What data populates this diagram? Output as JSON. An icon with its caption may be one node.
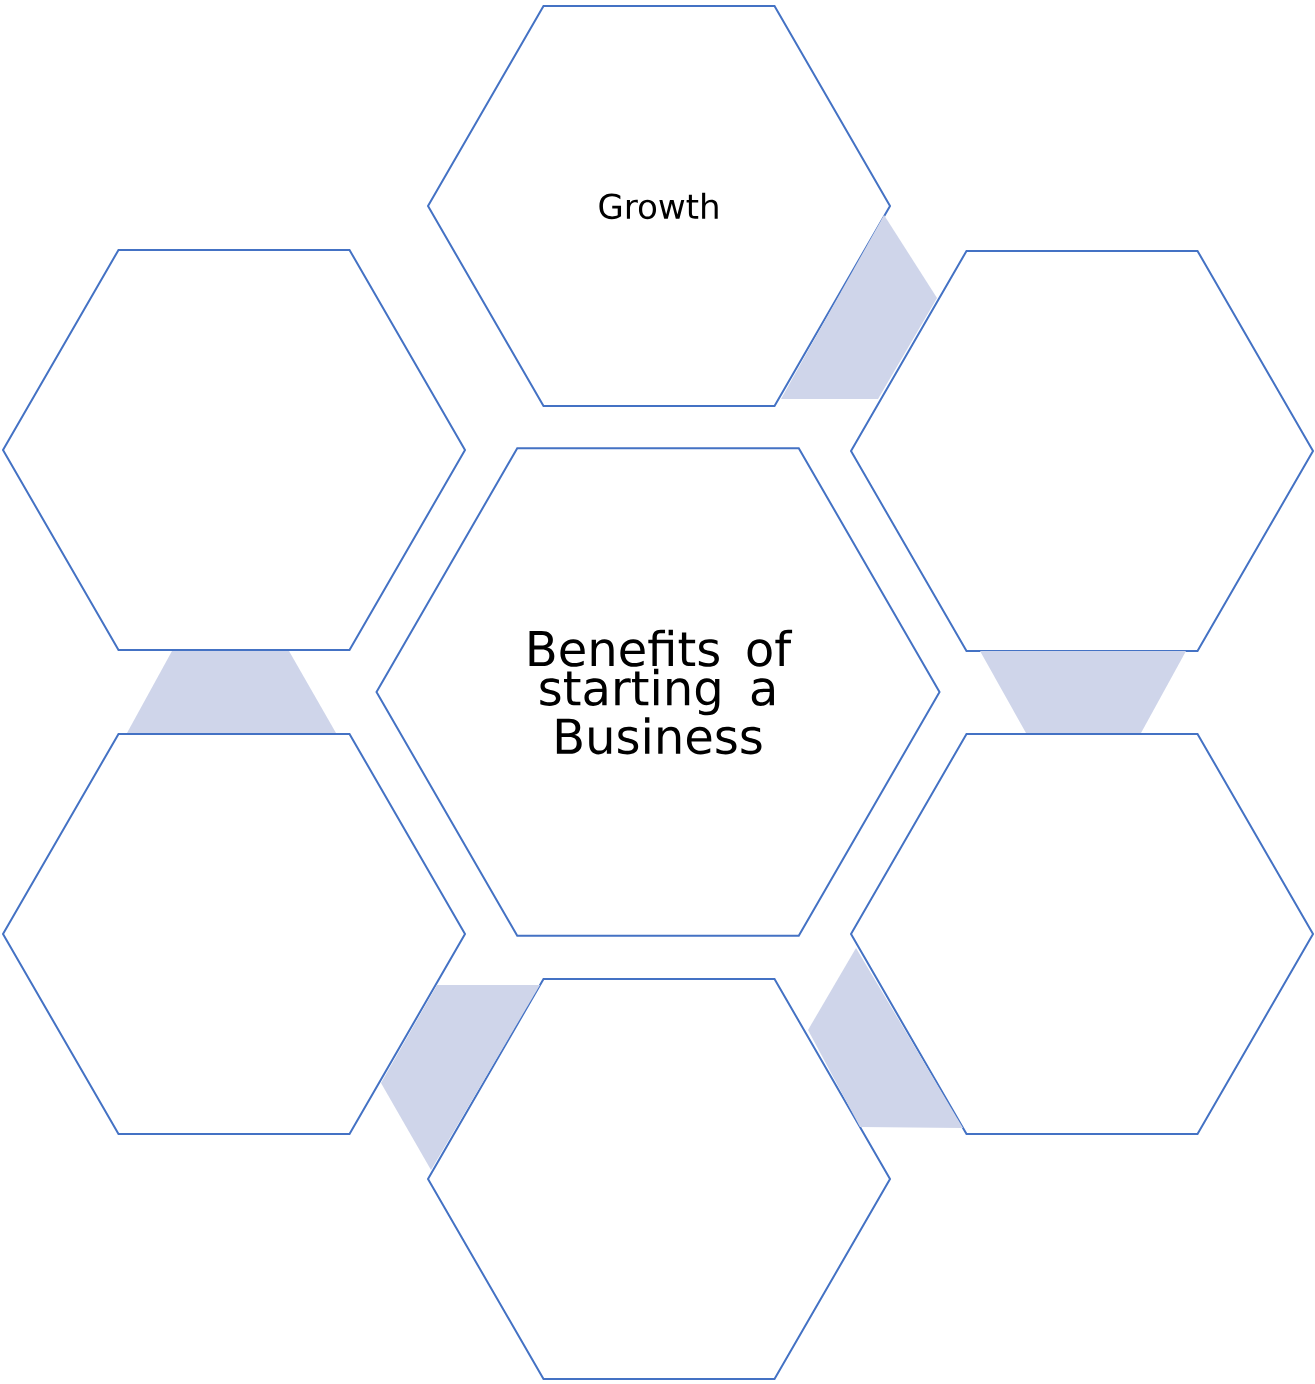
{
  "diagram": {
    "nodes": [
      {
        "text": [
          "Growth"
        ]
      },
      {
        "text": [],
        "shape": "hexagon"
      },
      {
        "text": [],
        "shape": "hexagon"
      },
      {
        "text": [
          "Benefits of starting a Business"
        ]
      },
      {
        "text": [],
        "shape": "hexagon"
      },
      {
        "text": [],
        "shape": "hexagon"
      },
      {
        "text": [],
        "shape": "hexagon"
      }
    ],
    "edges": [
      {
        "from": 0,
        "to": 2,
        "arrow": "none"
      },
      {
        "from": 2,
        "to": 5,
        "arrow": "none"
      },
      {
        "from": 5,
        "to": 6,
        "arrow": "none"
      },
      {
        "from": 6,
        "to": 4,
        "arrow": "none"
      },
      {
        "from": 4,
        "to": 1,
        "arrow": "none"
      }
    ]
  }
}
